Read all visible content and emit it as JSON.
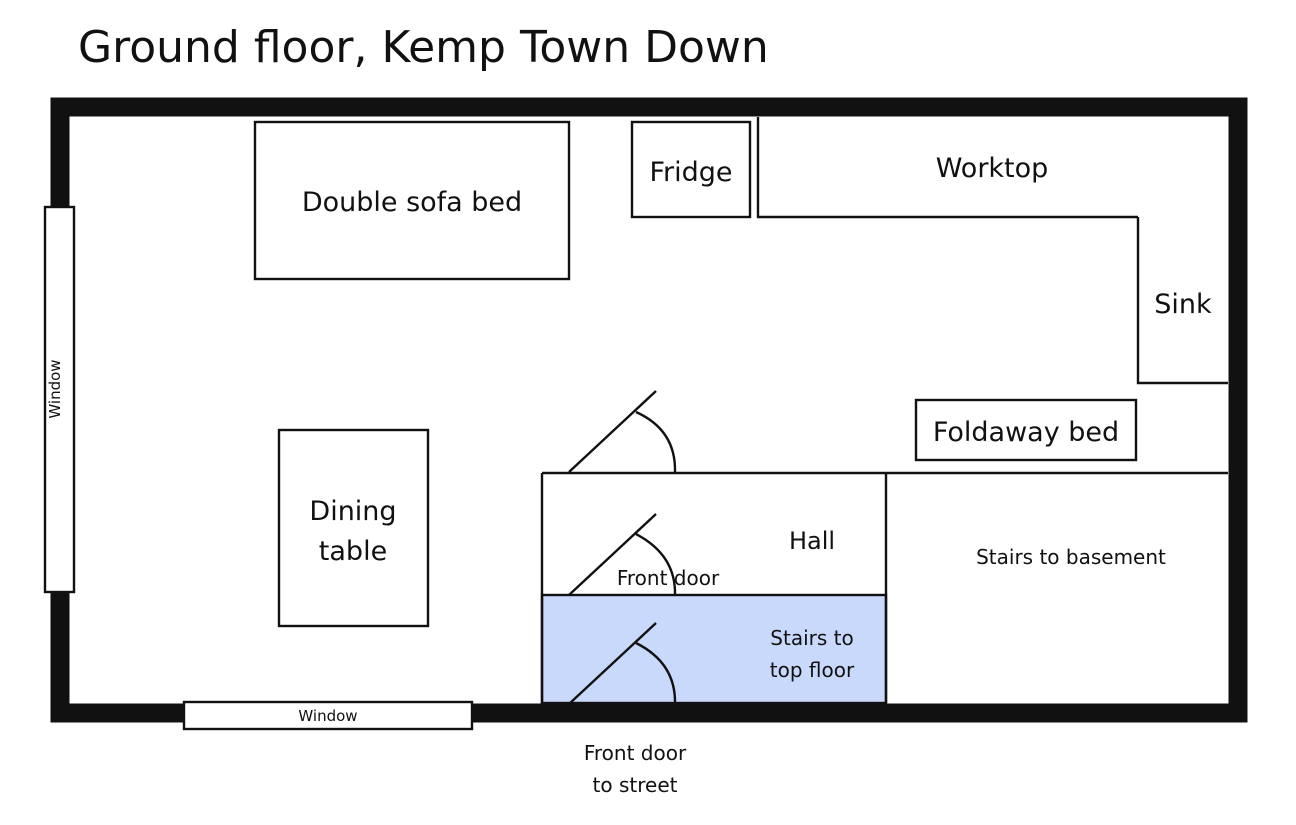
{
  "title": "Ground floor, Kemp Town Down",
  "furniture": {
    "sofa": "Double sofa bed",
    "fridge": "Fridge",
    "worktop": "Worktop",
    "sink": "Sink",
    "foldaway": "Foldaway bed",
    "dining_line1": "Dining",
    "dining_line2": "table"
  },
  "rooms": {
    "hall": "Hall",
    "front_door": "Front door",
    "stairs_basement": "Stairs to basement",
    "stairs_top_line1": "Stairs to",
    "stairs_top_line2": "top floor"
  },
  "windows": {
    "left": "Window",
    "bottom": "Window"
  },
  "street_door": {
    "line1": "Front door",
    "line2": "to street"
  },
  "colors": {
    "stairs_fill": "#c9d9fb",
    "wall": "#111111"
  }
}
